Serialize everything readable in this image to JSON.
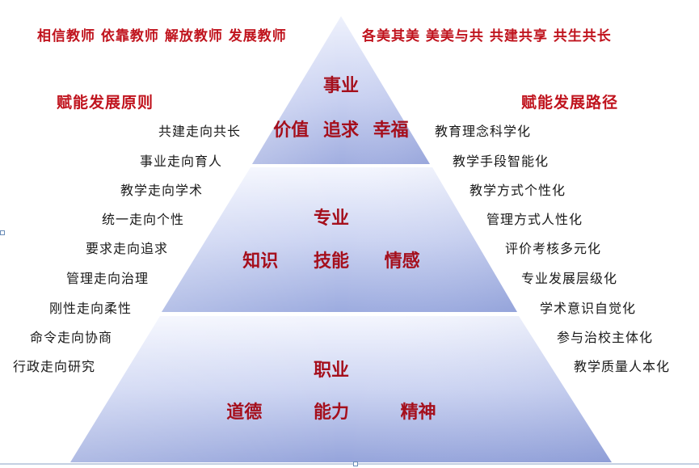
{
  "slogans": {
    "left": "相信教师  依靠教师  解放教师  发展教师",
    "right": "各美其美  美美与共  共建共享  共生共长"
  },
  "principles": {
    "title": "赋能发展原则",
    "items": [
      "共建走向共长",
      "事业走向育人",
      "教学走向学术",
      "统一走向个性",
      "要求走向追求",
      "管理走向治理",
      "刚性走向柔性",
      "命令走向协商",
      "行政走向研究"
    ]
  },
  "paths": {
    "title": "赋能发展路径",
    "items": [
      "教育理念科学化",
      "教学手段智能化",
      "教学方式个性化",
      "管理方式人性化",
      "评价考核多元化",
      "专业发展层级化",
      "学术意识自觉化",
      "参与治校主体化",
      "教学质量人本化"
    ]
  },
  "pyramid": {
    "top": {
      "title": "事业",
      "values": [
        "价值",
        "追求",
        "幸福"
      ]
    },
    "middle": {
      "title": "专业",
      "values": [
        "知识",
        "技能",
        "情感"
      ]
    },
    "bottom": {
      "title": "职业",
      "values": [
        "道德",
        "能力",
        "精神"
      ]
    }
  },
  "colors": {
    "accent_red": "#c0141e",
    "tier_text": "#a50f1c",
    "pyramid_light": "#f2f4fd",
    "pyramid_mid": "#c7cff0",
    "pyramid_dark": "#98a6dc"
  }
}
